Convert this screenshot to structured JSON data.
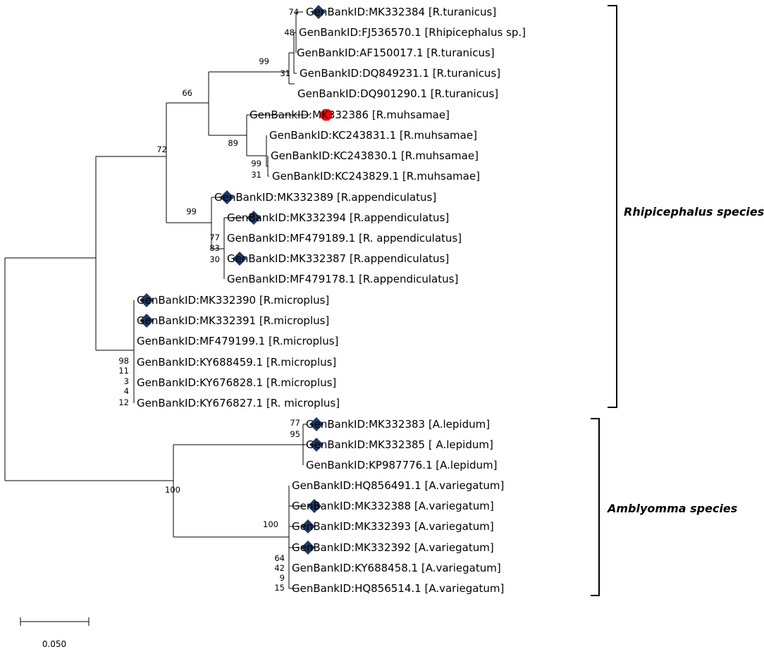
{
  "tree": {
    "leaves": [
      {
        "label": "GenBankID:MK332384 [R.turanicus]",
        "marker": "diamond"
      },
      {
        "label": "GenBankID:FJ536570.1 [Rhipicephalus sp.]",
        "marker": ""
      },
      {
        "label": "GenBankID:AF150017.1 [R.turanicus]",
        "marker": ""
      },
      {
        "label": "GenBankID:DQ849231.1 [R.turanicus]",
        "marker": ""
      },
      {
        "label": "GenBankID:DQ901290.1 [R.turanicus]",
        "marker": ""
      },
      {
        "label": "GenBankID:MK332386 [R.muhsamae]",
        "marker": "octagon"
      },
      {
        "label": "GenBankID:KC243831.1 [R.muhsamae]",
        "marker": ""
      },
      {
        "label": "GenBankID:KC243830.1 [R.muhsamae]",
        "marker": ""
      },
      {
        "label": "GenBankID:KC243829.1 [R.muhsamae]",
        "marker": ""
      },
      {
        "label": "GenBankID:MK332389 [R.appendiculatus]",
        "marker": "diamond"
      },
      {
        "label": "GenBankID:MK332394 [R.appendiculatus]",
        "marker": "diamond"
      },
      {
        "label": "GenBankID:MF479189.1 [R. appendiculatus]",
        "marker": ""
      },
      {
        "label": "GenBankID:MK332387 [R.appendiculatus]",
        "marker": "diamond"
      },
      {
        "label": "GenBankID:MF479178.1 [R.appendiculatus]",
        "marker": ""
      },
      {
        "label": "GenBankID:MK332390 [R.microplus]",
        "marker": "diamond"
      },
      {
        "label": "GenBankID:MK332391 [R.microplus]",
        "marker": "diamond"
      },
      {
        "label": "GenBankID:MF479199.1 [R.microplus]",
        "marker": ""
      },
      {
        "label": "GenBankID:KY688459.1 [R.microplus]",
        "marker": ""
      },
      {
        "label": "GenBankID:KY676828.1 [R.microplus]",
        "marker": ""
      },
      {
        "label": "GenBankID:KY676827.1 [R. microplus]",
        "marker": ""
      },
      {
        "label": "GenBankID:MK332383 [A.lepidum]",
        "marker": "diamond"
      },
      {
        "label": "GenBankID:MK332385 [ A.lepidum]",
        "marker": "diamond"
      },
      {
        "label": "GenBankID:KP987776.1 [A.lepidum]",
        "marker": ""
      },
      {
        "label": "GenBankID:HQ856491.1 [A.variegatum]",
        "marker": ""
      },
      {
        "label": "GenBankID:MK332388 [A.variegatum]",
        "marker": "diamond"
      },
      {
        "label": "GenBankID:MK332393 [A.variegatum]",
        "marker": "diamond"
      },
      {
        "label": "GenBankID:MK332392 [A.variegatum]",
        "marker": "diamond"
      },
      {
        "label": "GenBankID:KY688458.1 [A.variegatum]",
        "marker": ""
      },
      {
        "label": "GenBankID:HQ856514.1 [A.variegatum]",
        "marker": ""
      }
    ],
    "bootstrap_values": [
      "74",
      "48",
      "99",
      "31",
      "66",
      "89",
      "99",
      "31",
      "72",
      "99",
      "77",
      "83",
      "30",
      "98",
      "11",
      "3",
      "4",
      "12",
      "77",
      "95",
      "100",
      "100",
      "64",
      "42",
      "9",
      "15"
    ],
    "clades": [
      {
        "label": "Rhipicephalus species"
      },
      {
        "label": "Amblyomma species"
      }
    ],
    "scale_bar": {
      "label": "0.050",
      "value": 0.05
    }
  },
  "colors": {
    "diamond_marker": "#1f3864",
    "octagon_marker": "#ff0000",
    "lines": "#000000"
  }
}
